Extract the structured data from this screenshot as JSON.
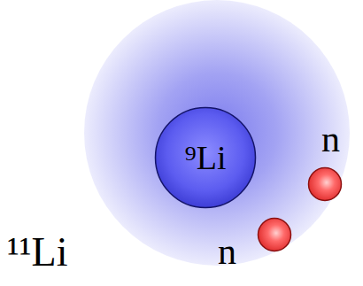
{
  "diagram": {
    "nodes": [
      {
        "text": [
          "¹¹Li"
        ]
      },
      {
        "text": [
          "⁹Li"
        ],
        "in": 0
      },
      {
        "text": [
          "n"
        ],
        "in": 0
      },
      {
        "text": [
          "n"
        ],
        "in": 0
      }
    ]
  }
}
